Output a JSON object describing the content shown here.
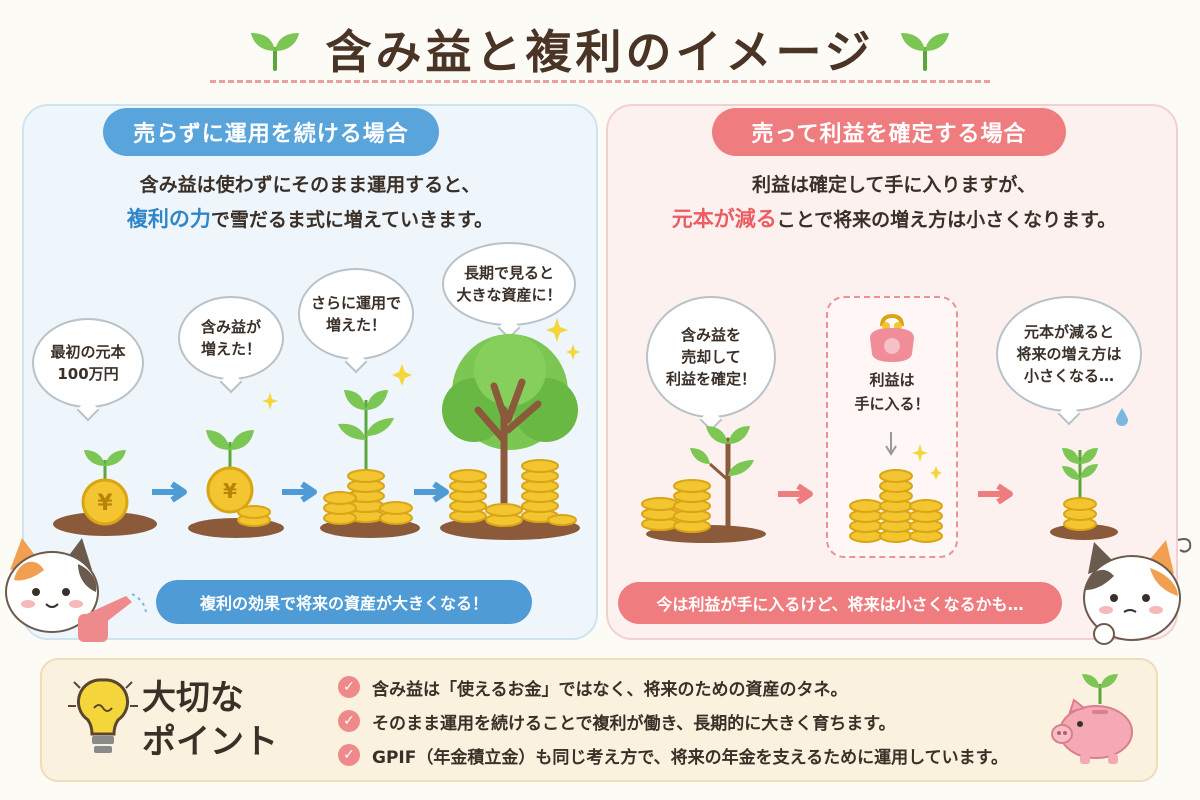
{
  "title": "含み益と複利のイメージ",
  "left": {
    "heading": "売らずに運用を続ける場合",
    "desc_line1": "含み益は使わずにそのまま運用すると、",
    "desc_highlight": "複利の力",
    "desc_line2_rest": "で雪だるま式に増えていきます。",
    "bubbles": [
      {
        "l1": "最初の元本",
        "l2": "100万円"
      },
      {
        "l1": "含み益が",
        "l2": "増えた！"
      },
      {
        "l1": "さらに運用で",
        "l2": "増えた！"
      },
      {
        "l1": "長期で見ると",
        "l2": "大きな資産に！"
      }
    ],
    "coin_symbol": "¥",
    "bottom": "複利の効果で将来の資産が大きくなる！"
  },
  "right": {
    "heading": "売って利益を確定する場合",
    "desc_line1": "利益は確定して手に入りますが、",
    "desc_highlight": "元本が減る",
    "desc_line2_rest": "ことで将来の増え方は小さくなります。",
    "bubble_sell": {
      "l1": "含み益を",
      "l2": "売却して",
      "l3": "利益を確定！"
    },
    "gain_text": {
      "l1": "利益は",
      "l2": "手に入る！"
    },
    "bubble_future": {
      "l1": "元本が減ると",
      "l2": "将来の増え方は",
      "l3": "小さくなる…"
    },
    "bottom": "今は利益が手に入るけど、将来は小さくなるかも…"
  },
  "points": {
    "title_l1": "大切な",
    "title_l2": "ポイント",
    "items": [
      "含み益は「使えるお金」ではなく、将来のための資産のタネ。",
      "そのまま運用を続けることで複利が働き、長期的に大きく育ちます。",
      "GPIF（年金積立金）も同じ考え方で、将来の年金を支えるために運用しています。"
    ],
    "check_mark": "✓"
  },
  "colors": {
    "blue": "#5aa4dc",
    "pink": "#ef7d80",
    "coin": "#f2c531",
    "leaf": "#6cbf4a"
  }
}
